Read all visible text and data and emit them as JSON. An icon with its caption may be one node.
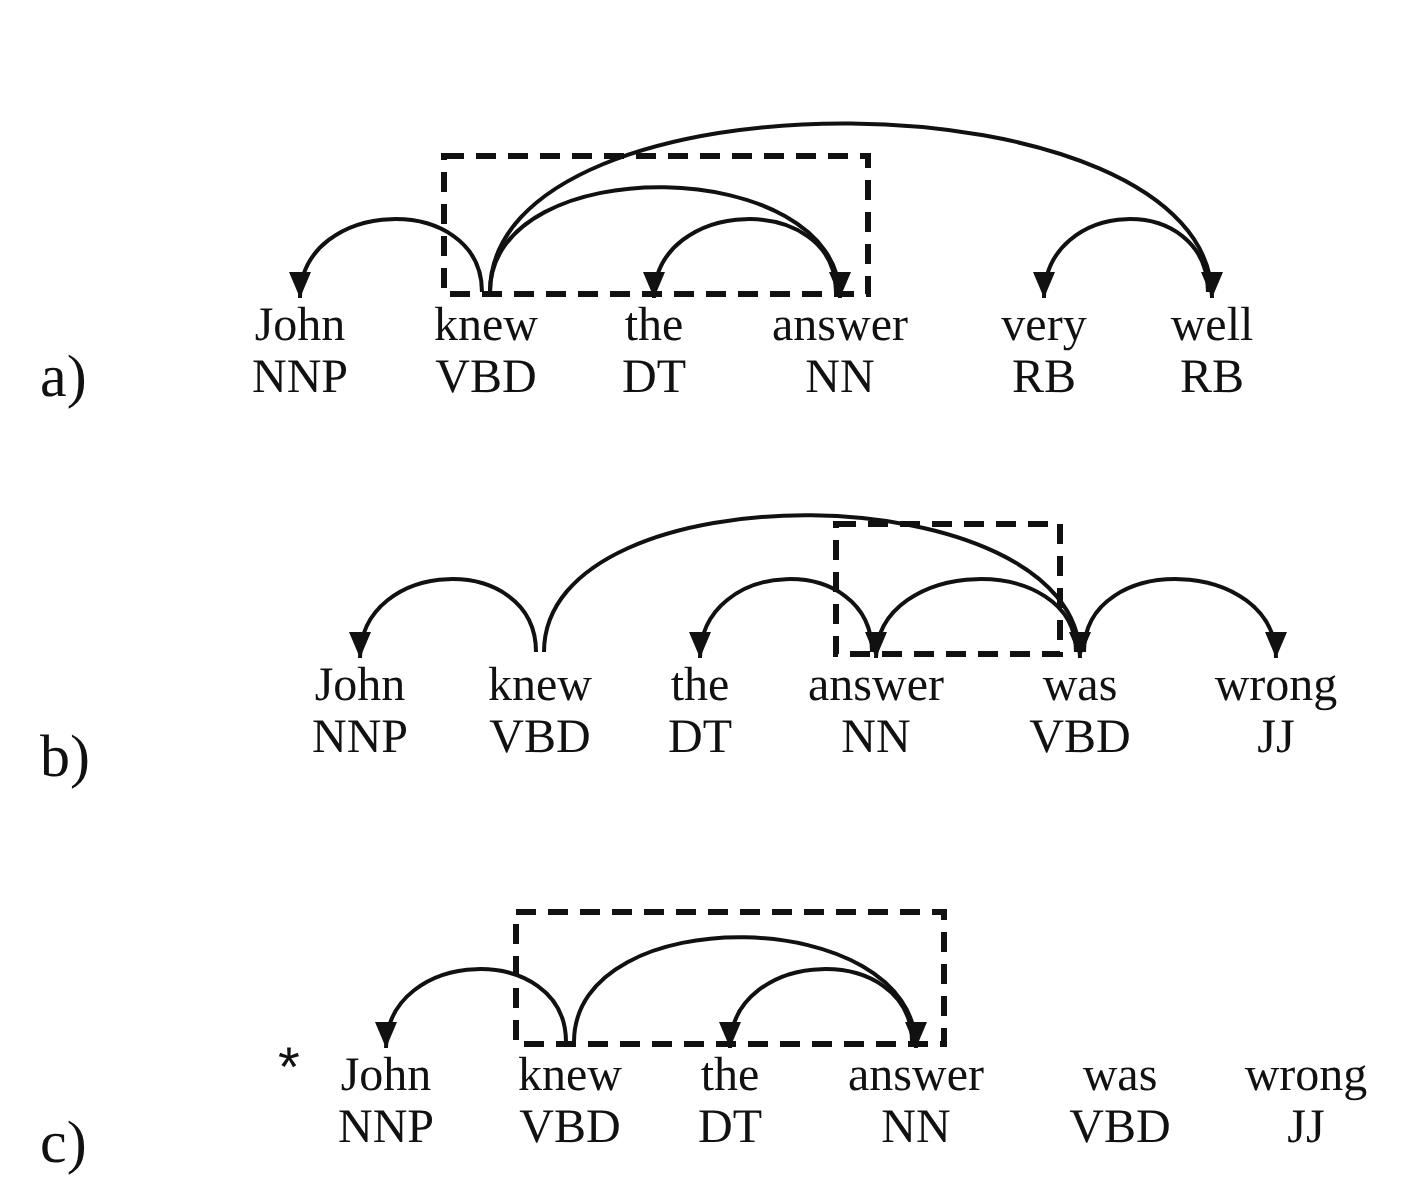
{
  "diagram": {
    "nodes": [
      {
        "text": [
          "John",
          "NNP"
        ]
      },
      {
        "text": [
          "knew",
          "VBD"
        ]
      },
      {
        "text": [
          "the",
          "DT"
        ]
      },
      {
        "text": [
          "answer",
          "NN"
        ]
      },
      {
        "text": [
          "very",
          "RB"
        ]
      },
      {
        "text": [
          "well",
          "RB"
        ]
      },
      {
        "text": [
          "John",
          "NNP"
        ]
      },
      {
        "text": [
          "knew",
          "VBD"
        ]
      },
      {
        "text": [
          "the",
          "DT"
        ]
      },
      {
        "text": [
          "answer",
          "NN"
        ]
      },
      {
        "text": [
          "was",
          "VBD"
        ]
      },
      {
        "text": [
          "wrong",
          "JJ"
        ]
      },
      {
        "text": [
          "John",
          "NNP"
        ],
        "beside": [
          "*"
        ]
      },
      {
        "text": [
          "knew",
          "VBD"
        ]
      },
      {
        "text": [
          "the",
          "DT"
        ]
      },
      {
        "text": [
          "answer",
          "NN"
        ]
      },
      {
        "text": [
          "was",
          "VBD"
        ]
      },
      {
        "text": [
          "wrong",
          "JJ"
        ]
      }
    ],
    "edges": [
      {
        "from": 1,
        "to": 0,
        "arrow": "to"
      },
      {
        "from": 1,
        "to": 3,
        "arrow": "to"
      },
      {
        "from": 1,
        "to": 5,
        "arrow": "to"
      },
      {
        "from": 3,
        "to": 2,
        "arrow": "to"
      },
      {
        "from": 5,
        "to": 4,
        "arrow": "to"
      },
      {
        "from": 7,
        "to": 6,
        "arrow": "to"
      },
      {
        "from": 7,
        "to": 10,
        "arrow": "to"
      },
      {
        "from": 9,
        "to": 8,
        "arrow": "to"
      },
      {
        "from": 10,
        "to": 9,
        "arrow": "to"
      },
      {
        "from": 10,
        "to": 11,
        "arrow": "to"
      },
      {
        "from": 13,
        "to": 12,
        "arrow": "to"
      },
      {
        "from": 13,
        "to": 15,
        "arrow": "to"
      },
      {
        "from": 15,
        "to": 14,
        "arrow": "to"
      }
    ],
    "labels": [
      "a)",
      "b)",
      "c)"
    ]
  }
}
